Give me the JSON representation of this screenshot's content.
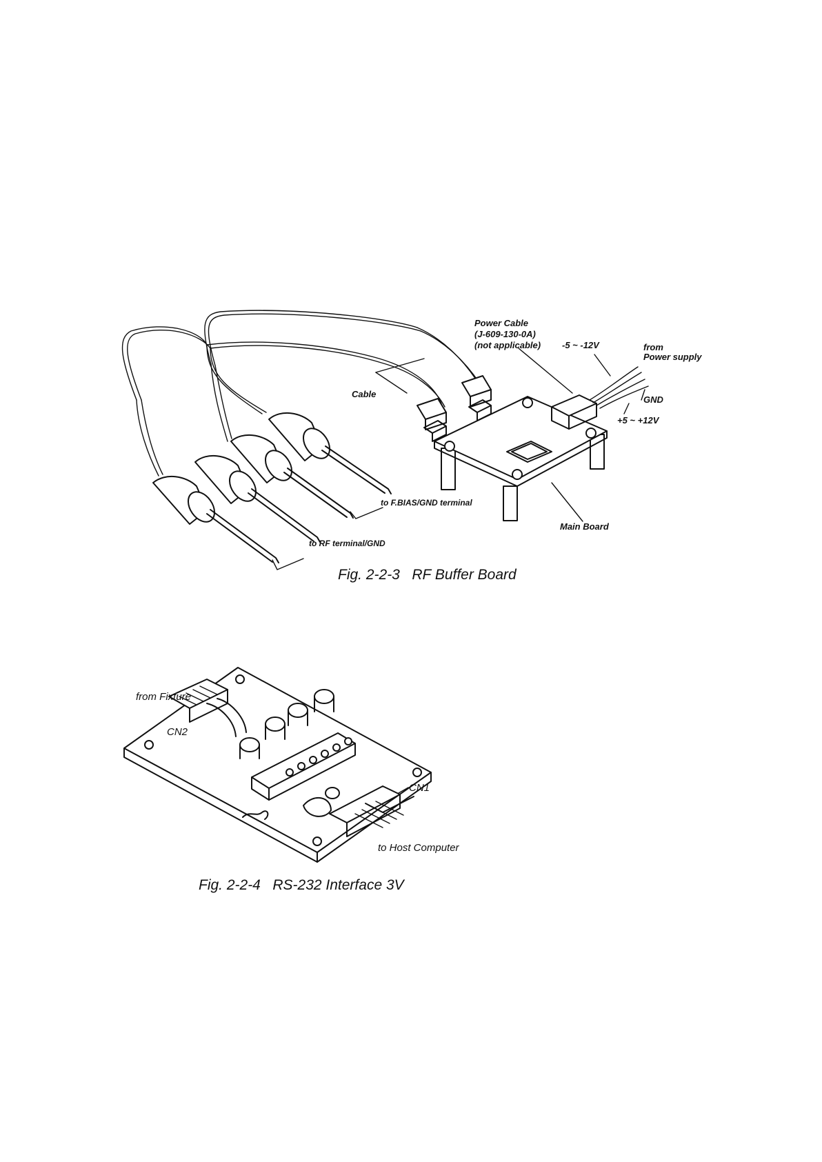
{
  "figure1": {
    "caption": "Fig. 2-2-3   RF Buffer Board",
    "labels": {
      "power_cable": "Power Cable",
      "part_number": "(J-609-130-0A)",
      "not_applicable": "(not applicable)",
      "neg_voltage": "-5 ~ -12V",
      "from": "from",
      "power_supply": "Power supply",
      "gnd": "GND",
      "pos_voltage": "+5 ~ +12V",
      "cable": "Cable",
      "to_fbias": "to F.BIAS/GND terminal",
      "to_rf": "to RF terminal/GND",
      "main_board": "Main Board"
    }
  },
  "figure2": {
    "caption": "Fig. 2-2-4   RS-232 Interface 3V",
    "labels": {
      "from_fixture": "from Fixture",
      "cn2": "CN2",
      "cn1": "CN1",
      "to_host": "to Host Computer"
    }
  }
}
